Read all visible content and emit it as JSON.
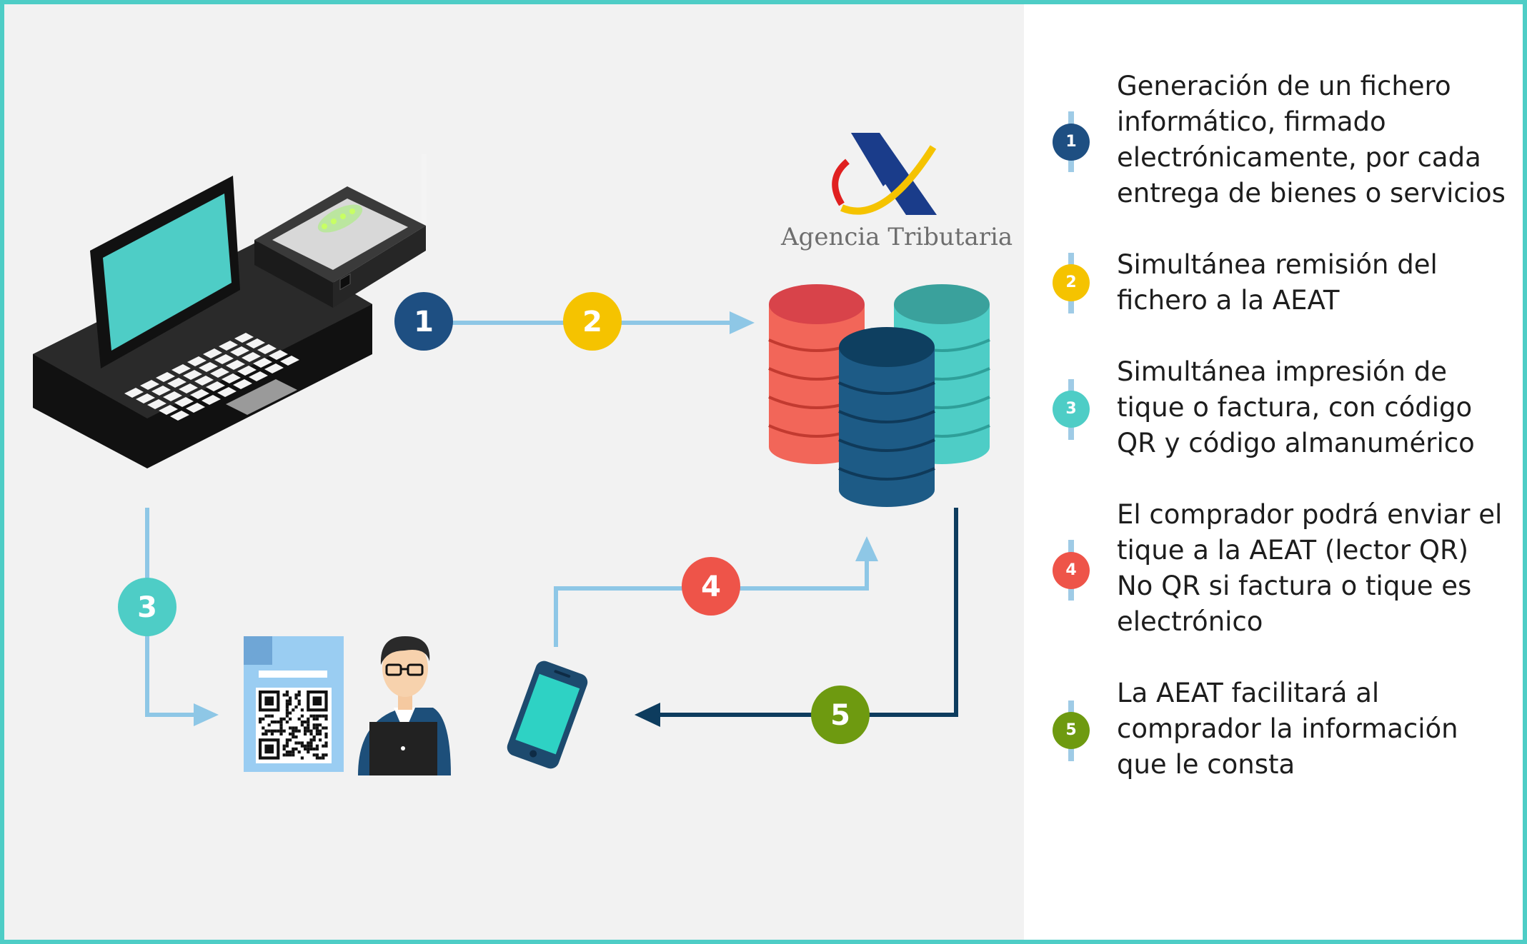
{
  "diagram": {
    "agency_name": "Agencia Tributaria",
    "steps": [
      {
        "number": "1",
        "color": "#1e4f82"
      },
      {
        "number": "2",
        "color": "#f5c300"
      },
      {
        "number": "3",
        "color": "#4ecdc6"
      },
      {
        "number": "4",
        "color": "#ee5449"
      },
      {
        "number": "5",
        "color": "#6e9a10"
      }
    ],
    "colors": {
      "arrow_light": "#8ec7e6",
      "arrow_dark": "#0d3c5e",
      "db_red": "#f26659",
      "db_teal": "#4ecdc6",
      "db_navy": "#1d5b86",
      "laptop_screen": "#4ecdc6",
      "document": "#9acdf2"
    }
  },
  "legend": {
    "items": [
      {
        "number": "1",
        "color": "#1e4f82",
        "text": "Generación de un fichero\ninformático, firmado\nelectrónicamente, por cada\nentrega de bienes o servicios"
      },
      {
        "number": "2",
        "color": "#f5c300",
        "text": "Simultánea remisión del\nfichero a la AEAT"
      },
      {
        "number": "3",
        "color": "#4ecdc6",
        "text": "Simultánea impresión de\ntique o factura, con código\nQR y código almanumérico"
      },
      {
        "number": "4",
        "color": "#ee5449",
        "text": "El comprador podrá enviar el\ntique a la AEAT (lector QR)\nNo QR si factura o tique es\nelectrónico"
      },
      {
        "number": "5",
        "color": "#6e9a10",
        "text": "La AEAT facilitará al\ncomprador la información\nque le consta"
      }
    ]
  }
}
